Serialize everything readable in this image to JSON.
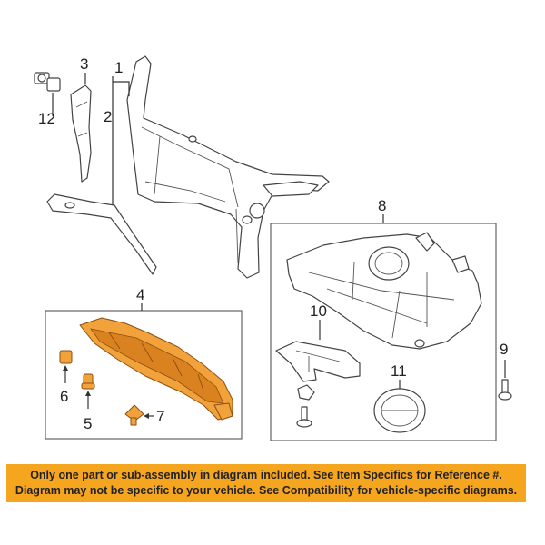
{
  "callouts": {
    "c1": "1",
    "c2": "2",
    "c3": "3",
    "c4": "4",
    "c5": "5",
    "c6": "6",
    "c7": "7",
    "c8": "8",
    "c9": "9",
    "c10": "10",
    "c11": "11",
    "c12": "12"
  },
  "disclaimer": {
    "line1": "Only one part or sub-assembly in diagram included. See Item Specifics for Reference #.",
    "line2": "Diagram may not be specific to your vehicle. See Compatibility for vehicle-specific diagrams."
  },
  "colors": {
    "highlight_part": "#f2a23a",
    "banner": "#f6a51f"
  }
}
